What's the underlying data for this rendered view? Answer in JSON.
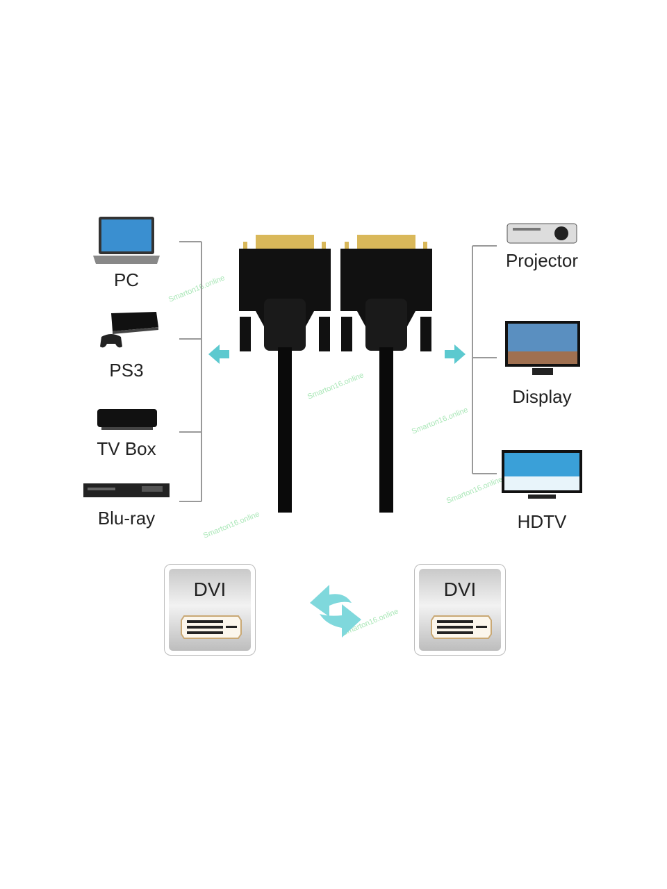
{
  "sources": [
    {
      "label": "PC",
      "icon": "laptop-icon"
    },
    {
      "label": "PS3",
      "icon": "game-console-icon"
    },
    {
      "label": "TV Box",
      "icon": "tv-box-icon"
    },
    {
      "label": "Blu-ray",
      "icon": "bluray-player-icon"
    }
  ],
  "displays": [
    {
      "label": "Projector",
      "icon": "projector-icon"
    },
    {
      "label": "Display",
      "icon": "monitor-icon"
    },
    {
      "label": "HDTV",
      "icon": "tv-icon"
    }
  ],
  "ports": [
    {
      "label": "DVI"
    },
    {
      "label": "DVI"
    }
  ],
  "watermark": "Smarton16.online",
  "colors": {
    "accent": "#5cc9cf",
    "connector": "#111111",
    "gold": "#d9b85a"
  }
}
